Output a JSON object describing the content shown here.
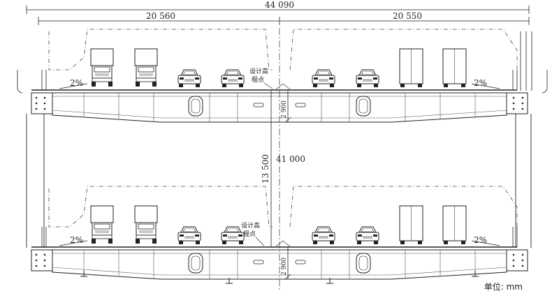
{
  "dimensions": {
    "total_width": "44 090",
    "left_half": "20 560",
    "right_half": "20 550",
    "deck_spacing": "13 500",
    "cable_stay_span": "41 000",
    "girder_height_top": "2 900",
    "girder_height_bottom": "2 900"
  },
  "labels": {
    "slope_top_left": "2%",
    "slope_top_right": "2%",
    "slope_bottom_left": "2%",
    "slope_bottom_right": "2%",
    "design_elev_top_line1": "设计高",
    "design_elev_top_line2": "程点",
    "design_elev_bottom_line1": "设计高",
    "design_elev_bottom_line2": "程点"
  },
  "unit_label": "单位: mm"
}
